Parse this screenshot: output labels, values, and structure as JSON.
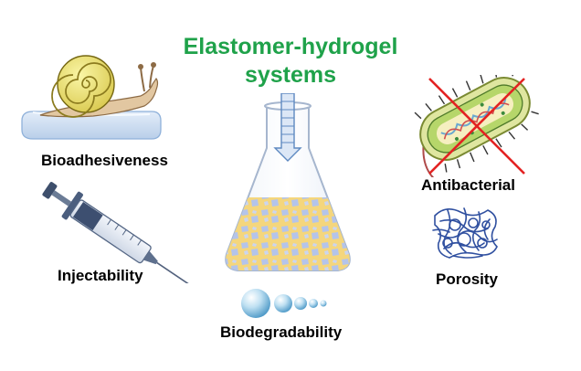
{
  "diagram": {
    "title": {
      "line1": "Elastomer-hydrogel",
      "line2": "systems"
    },
    "center": {
      "icon": "flask-with-gel-icon"
    },
    "properties": [
      {
        "id": "bioadhesiveness",
        "label": "Bioadhesiveness",
        "icon": "snail-icon"
      },
      {
        "id": "injectability",
        "label": "Injectability",
        "icon": "syringe-icon"
      },
      {
        "id": "biodegradability",
        "label": "Biodegradability",
        "icon": "bubbles-icon"
      },
      {
        "id": "antibacterial",
        "label": "Antibacterial",
        "icon": "crossed-bacterium-icon"
      },
      {
        "id": "porosity",
        "label": "Porosity",
        "icon": "porous-mesh-icon"
      }
    ],
    "colors": {
      "title": "#1fa24a",
      "cross": "#e32222",
      "gel_yellow": "#f4d67d",
      "gel_blue": "#b4c4ea",
      "mesh": "#3050a0"
    }
  }
}
